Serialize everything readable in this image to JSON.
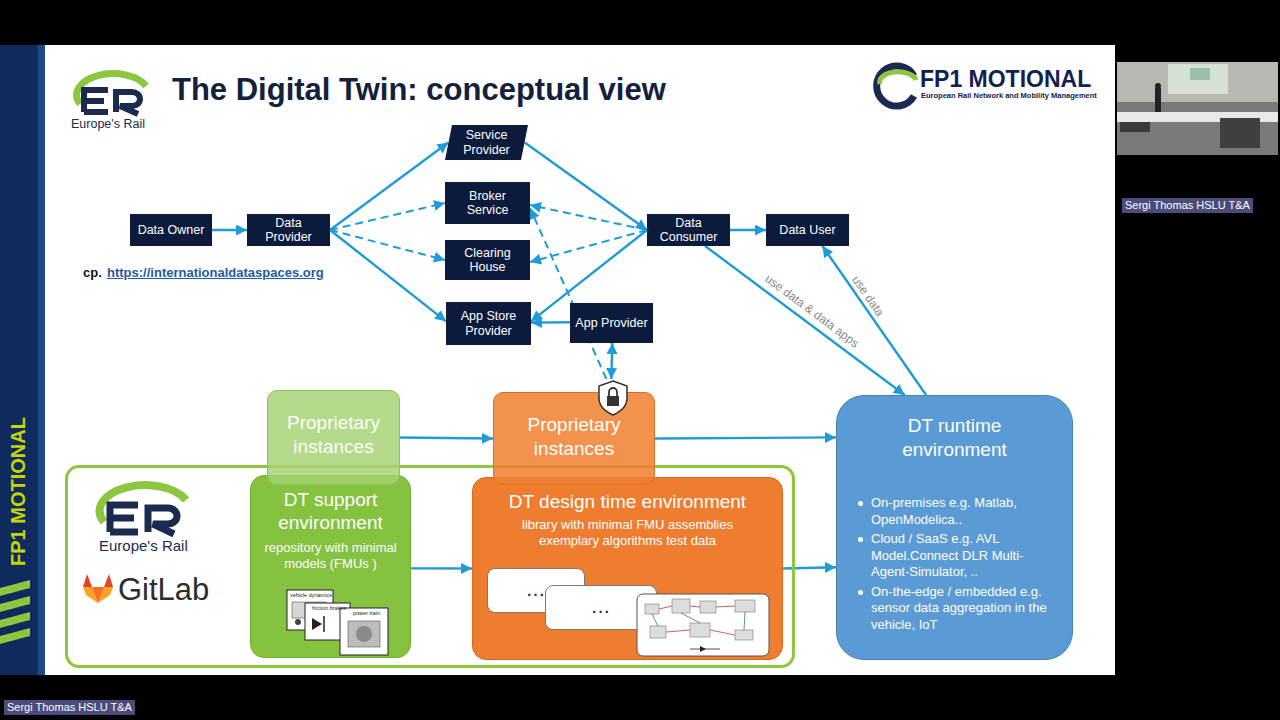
{
  "diagram": {
    "title": "The Digital Twin: conceptual view",
    "nodes": [
      {
        "text": [
          "Data Owner"
        ]
      },
      {
        "text": [
          "Data Provider"
        ]
      },
      {
        "text": [
          "Service Provider"
        ]
      },
      {
        "text": [
          "Broker Service"
        ]
      },
      {
        "text": [
          "Clearing House"
        ]
      },
      {
        "text": [
          "App Store Provider"
        ]
      },
      {
        "text": [
          "App Provider"
        ]
      },
      {
        "text": [
          "Data Consumer"
        ]
      },
      {
        "text": [
          "Data User"
        ]
      },
      {
        "text": [
          "Proprietary instances"
        ]
      },
      {
        "text": [
          "Proprietary instances"
        ]
      },
      {
        "text": [
          "Europe's Rail",
          "GitLab"
        ]
      },
      {
        "text": [
          "DT support environment",
          "repository with minimal models (FMUs )"
        ],
        "in": 11
      },
      {
        "text": [
          "DT design time environment",
          "library with minimal FMU assemblies exemplary algorithms test data"
        ],
        "in": 11
      },
      {
        "text": [
          "…"
        ],
        "in": 13
      },
      {
        "text": [
          "…"
        ],
        "in": 13
      },
      {
        "text": [
          "DT runtime environment",
          "On-premises e.g. Matlab, OpenModelica..",
          "Cloud / SaaS e.g. AVL Model.Connect DLR Multi-Agent-Simulator, ..",
          "On-the-edge / embedded e.g. sensor data aggregation in the vehicle, IoT"
        ]
      }
    ],
    "edges": [
      {
        "from": 0,
        "to": 1,
        "arrow": "to"
      },
      {
        "from": 1,
        "to": 2,
        "arrow": "to"
      },
      {
        "from": 1,
        "to": 3,
        "arrow": "to"
      },
      {
        "from": 1,
        "to": 4,
        "arrow": "to"
      },
      {
        "from": 1,
        "to": 5,
        "arrow": "to"
      },
      {
        "from": 2,
        "to": 7,
        "arrow": "to"
      },
      {
        "from": 7,
        "to": 3,
        "arrow": "to"
      },
      {
        "from": 7,
        "to": 4,
        "arrow": "to"
      },
      {
        "from": 7,
        "to": 5,
        "arrow": "to"
      },
      {
        "from": 6,
        "to": 5,
        "arrow": "to"
      },
      {
        "from": 10,
        "to": 6,
        "arrow": "both"
      },
      {
        "from": 10,
        "to": 3,
        "arrow": "to"
      },
      {
        "from": 7,
        "to": 8,
        "arrow": "to"
      },
      {
        "from": 7,
        "to": 16,
        "label": "use data & data apps",
        "arrow": "to"
      },
      {
        "from": 16,
        "to": 8,
        "label": "use data",
        "arrow": "to"
      },
      {
        "from": 9,
        "to": 10,
        "arrow": "to"
      },
      {
        "from": 10,
        "to": 16,
        "arrow": "to"
      },
      {
        "from": 12,
        "to": 13,
        "arrow": "to"
      },
      {
        "from": 13,
        "to": 16,
        "arrow": "to"
      }
    ],
    "labels": [
      "Europe's Rail",
      "FP1 MOTIONAL",
      "European Rail Network and Mobility Management",
      "FP1 MOTIONAL",
      "cp.",
      "https://internationaldataspaces.org",
      "vehicle dynamics",
      "friction brakes",
      "power train",
      "Sergi Thomas HSLU T&A",
      "Sergi Thomas HSLU T&A"
    ]
  }
}
